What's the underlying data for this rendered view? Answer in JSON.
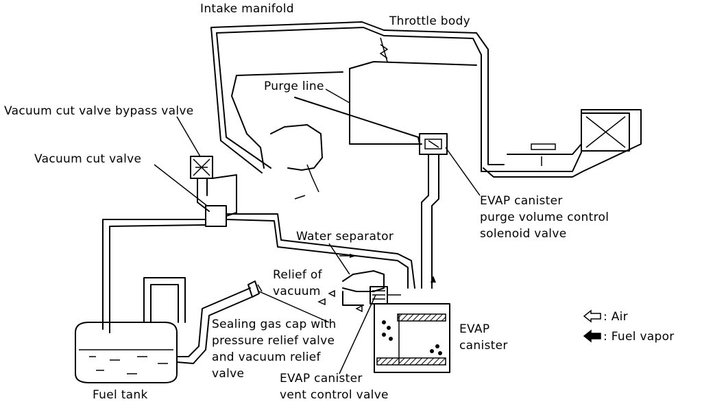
{
  "labels": {
    "intake_manifold": "Intake manifold",
    "throttle_body": "Throttle body",
    "purge_line": "Purge line",
    "vacuum_cut_valve_bypass_valve": "Vacuum cut valve bypass valve",
    "vacuum_cut_valve": "Vacuum cut valve",
    "evap_purge_valve": [
      "EVAP canister",
      "purge volume control",
      "solenoid valve"
    ],
    "water_separator": "Water separator",
    "relief_of_vacuum": [
      "Relief of",
      "vacuum"
    ],
    "sealing_gas_cap": [
      "Sealing gas cap with",
      "pressure relief valve",
      "and vacuum relief",
      "valve"
    ],
    "fuel_tank": "Fuel tank",
    "evap_vent_valve": [
      "EVAP canister",
      "vent control valve"
    ],
    "evap_canister": [
      "EVAP",
      "canister"
    ]
  },
  "legend": {
    "air": ": Air",
    "fuel_vapor": ": Fuel vapor"
  },
  "colors": {
    "ink": "#000000",
    "paper": "#ffffff"
  }
}
